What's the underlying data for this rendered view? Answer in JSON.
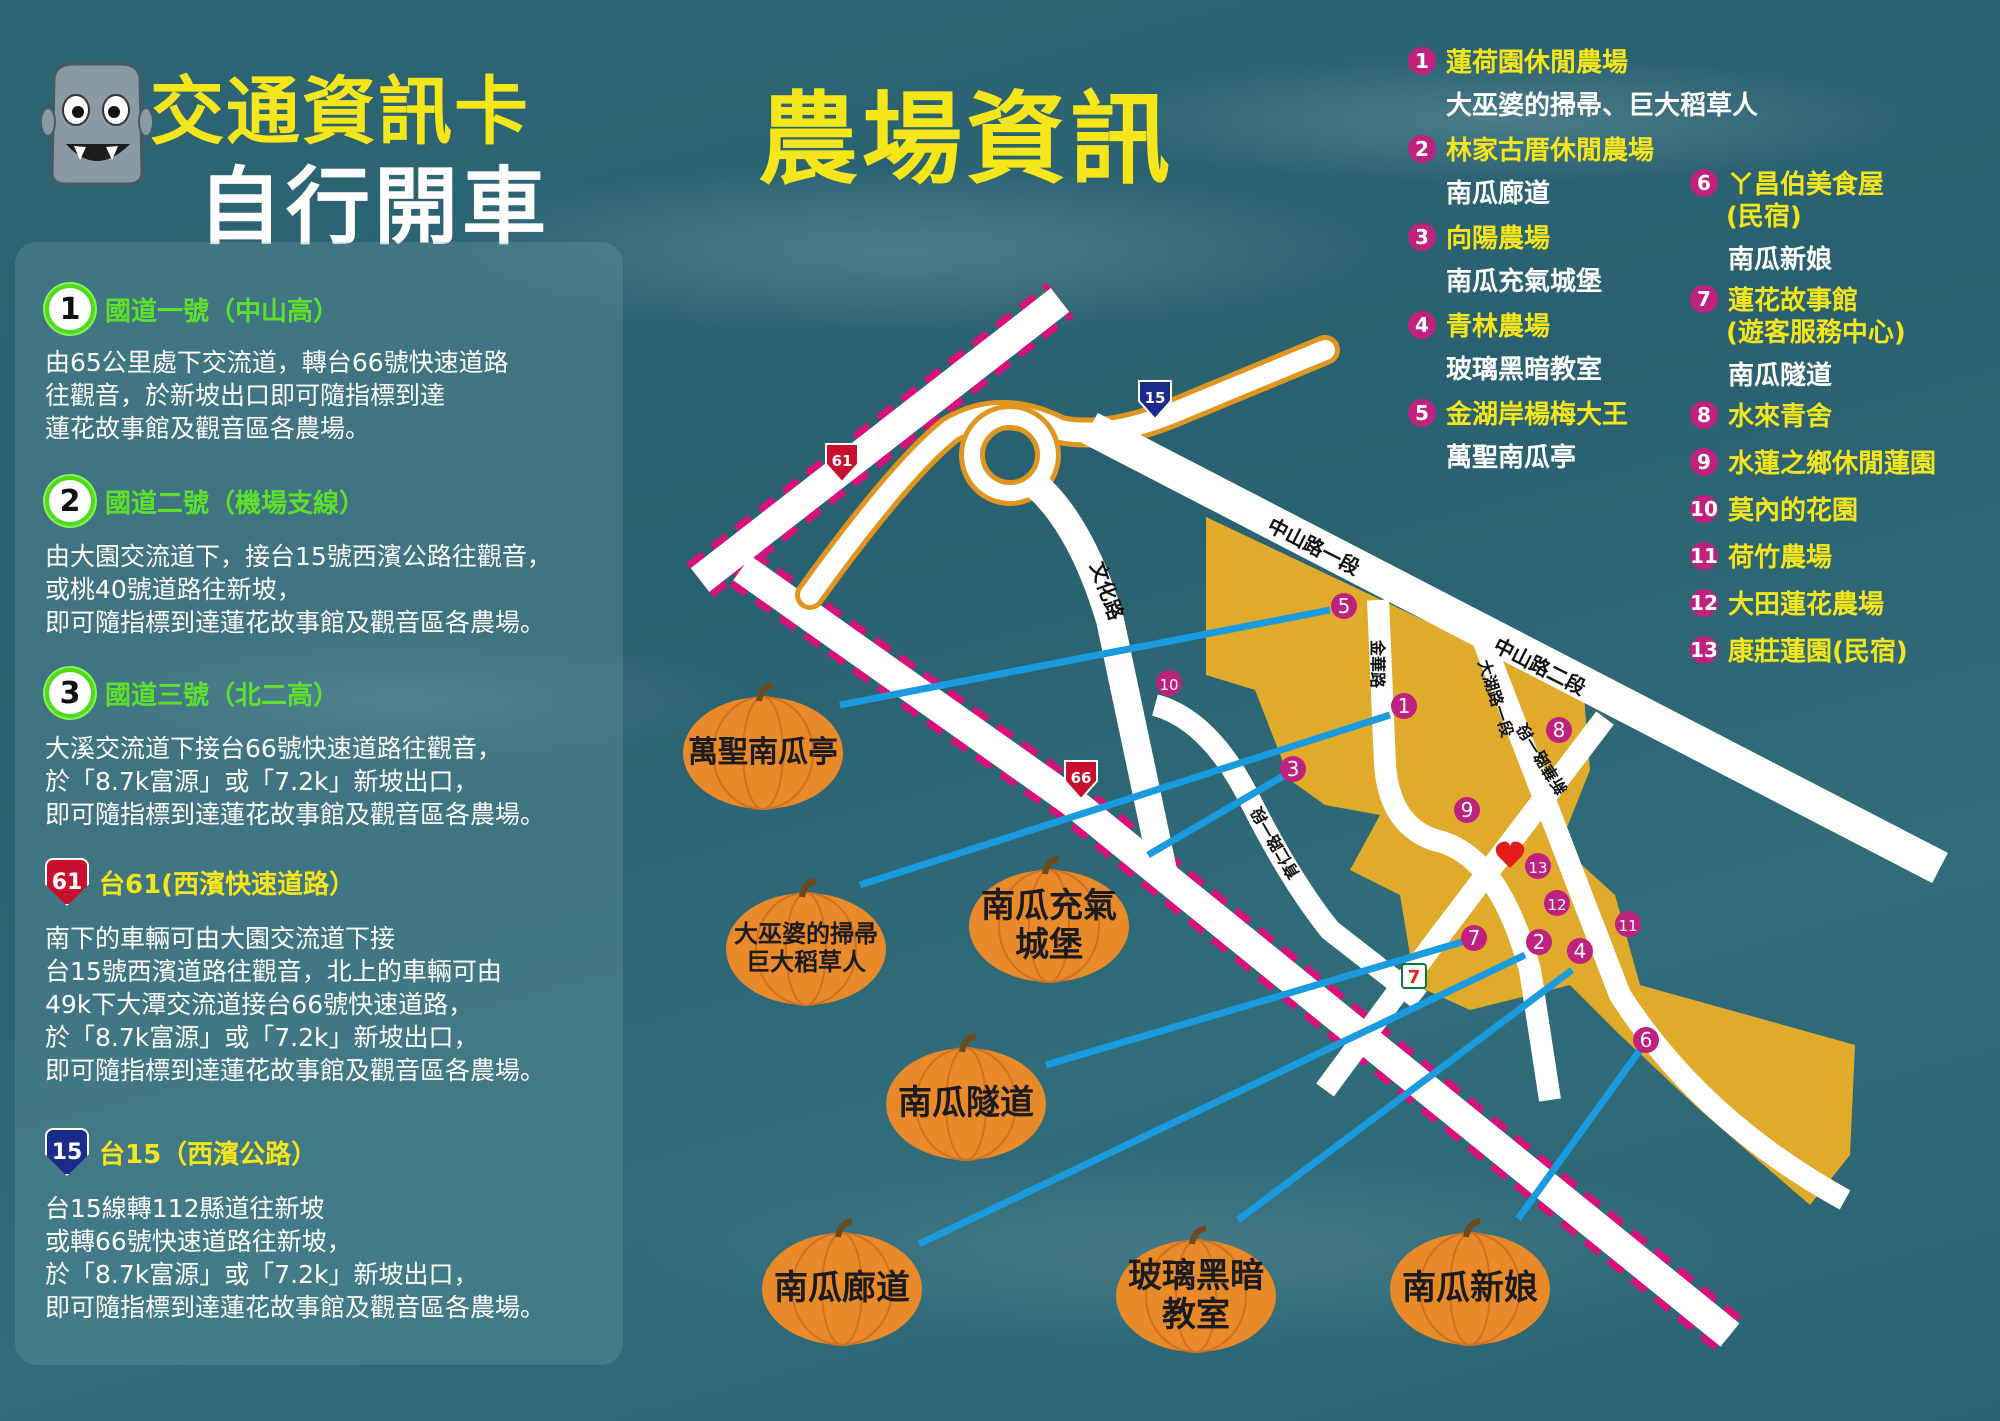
{
  "header": {
    "title_line1": "交通資訊卡",
    "title_line2": "自行開車",
    "farm_title": "農場資訊"
  },
  "routes": [
    {
      "badge": "1",
      "icon": "flower-badge",
      "title": "國道一號（中山高）",
      "lines": [
        "由65公里處下交流道，轉台66號快速道路",
        "往觀音，於新坡出口即可隨指標到達",
        "蓮花故事館及觀音區各農場。"
      ]
    },
    {
      "badge": "2",
      "icon": "flower-badge",
      "title": "國道二號（機場支線）",
      "lines": [
        "由大園交流道下，接台15號西濱公路往觀音，",
        "或桃40號道路往新坡，",
        "即可隨指標到達蓮花故事館及觀音區各農場。"
      ]
    },
    {
      "badge": "3",
      "icon": "flower-badge",
      "title": "國道三號（北二高）",
      "lines": [
        "大溪交流道下接台66號快速道路往觀音，",
        "於「8.7k富源」或「7.2k」新坡出口，",
        "即可隨指標到達蓮花故事館及觀音區各農場。"
      ]
    },
    {
      "badge": "61",
      "icon": "red-shield",
      "title": "台61(西濱快速道路）",
      "lines": [
        "南下的車輛可由大園交流道下接",
        "台15號西濱道路往觀音，北上的車輛可由",
        "49k下大潭交流道接台66號快速道路，",
        "於「8.7k富源」或「7.2k」新坡出口，",
        "即可隨指標到達蓮花故事館及觀音區各農場。"
      ]
    },
    {
      "badge": "15",
      "icon": "blue-shield",
      "title": "台15（西濱公路）",
      "lines": [
        "台15線轉112縣道往新坡",
        "或轉66號快速道路往新坡，",
        "於「8.7k富源」或「7.2k」新坡出口，",
        "即可隨指標到達蓮花故事館及觀音區各農場。"
      ]
    }
  ],
  "farms": [
    {
      "num": "1",
      "name": "蓮荷園休閒農場",
      "attraction": "大巫婆的掃帚、巨大稻草人"
    },
    {
      "num": "2",
      "name": "林家古厝休閒農場",
      "attraction": "南瓜廊道"
    },
    {
      "num": "3",
      "name": "向陽農場",
      "attraction": "南瓜充氣城堡"
    },
    {
      "num": "4",
      "name": "青林農場",
      "attraction": "玻璃黑暗教室"
    },
    {
      "num": "5",
      "name": "金湖岸楊梅大王",
      "attraction": "萬聖南瓜亭"
    },
    {
      "num": "6",
      "name": "ㄚ昌伯美食屋",
      "name2": "(民宿)",
      "attraction": "南瓜新娘"
    },
    {
      "num": "7",
      "name": "蓮花故事館",
      "name2": "(遊客服務中心)",
      "attraction": "南瓜隧道"
    },
    {
      "num": "8",
      "name": "水來青舍"
    },
    {
      "num": "9",
      "name": "水蓮之鄉休閒蓮園"
    },
    {
      "num": "10",
      "name": "莫內的花園"
    },
    {
      "num": "11",
      "name": "荷竹農場"
    },
    {
      "num": "12",
      "name": "大田蓮花農場"
    },
    {
      "num": "13",
      "name": "康莊蓮園(民宿)"
    }
  ],
  "map": {
    "shields": {
      "r61": "61",
      "r15": "15",
      "r66": "66"
    },
    "roads": {
      "zhongshan1": "中山路一段",
      "zhongshan2": "中山路二段",
      "wenhua": "文化路",
      "jinhua": "金華路",
      "dahu": "大湖路一段",
      "xinhua": "新華路一段",
      "yuren": "育仁路一段"
    },
    "pins": [
      "1",
      "2",
      "3",
      "4",
      "5",
      "6",
      "7",
      "8",
      "9",
      "10",
      "11",
      "12",
      "13"
    ],
    "pumpkins": {
      "p5": "萬聖南瓜亭",
      "p1a": "大巫婆的掃帚",
      "p1b": "巨大稻草人",
      "p3a": "南瓜充氣",
      "p3b": "城堡",
      "p7": "南瓜隧道",
      "p2": "南瓜廊道",
      "p4a": "玻璃黑暗",
      "p4b": "教室",
      "p6": "南瓜新娘"
    }
  },
  "colors": {
    "background": "#2d6574",
    "title_yellow": "#f5e61a",
    "heading_green": "#5de02c",
    "pin_magenta": "#c0207e",
    "farm_area": "#e0ab2a",
    "pumpkin": "#e8892a",
    "link_blue": "#1a9be0",
    "highway_dash": "#d6127a"
  }
}
